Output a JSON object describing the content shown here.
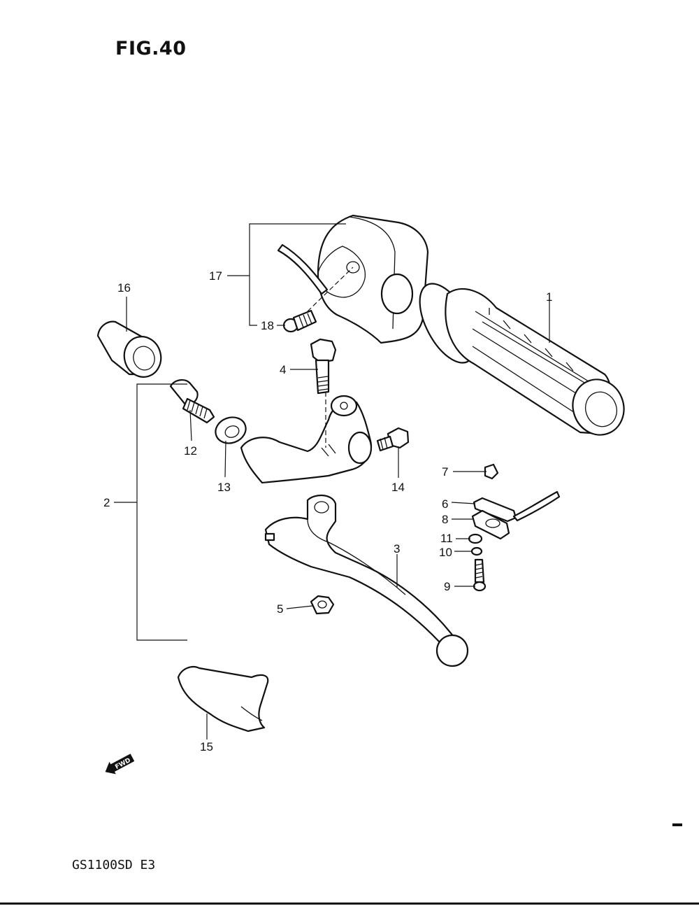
{
  "figure": {
    "title": "FIG.40",
    "model": "GS1100SD E3",
    "direction_badge": "FWD"
  },
  "callouts": {
    "p1": "1",
    "p2": "2",
    "p3": "3",
    "p4": "4",
    "p5": "5",
    "p6": "6",
    "p7": "7",
    "p8": "8",
    "p9": "9",
    "p10": "10",
    "p11": "11",
    "p12": "12",
    "p13": "13",
    "p14": "14",
    "p15": "15",
    "p16": "16",
    "p17": "17",
    "p18": "18"
  },
  "icons": {
    "direction": "fwd-arrow-icon"
  }
}
